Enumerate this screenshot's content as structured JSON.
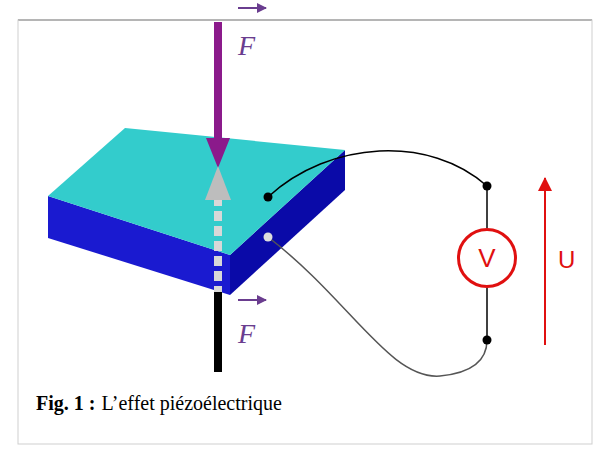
{
  "diagram": {
    "caption": "L’effet piézoélectrique",
    "nodes": [
      {
        "text": [
          "V"
        ]
      }
    ],
    "labels": [
      "F",
      "F",
      "U",
      "Fig. 1 :"
    ]
  }
}
